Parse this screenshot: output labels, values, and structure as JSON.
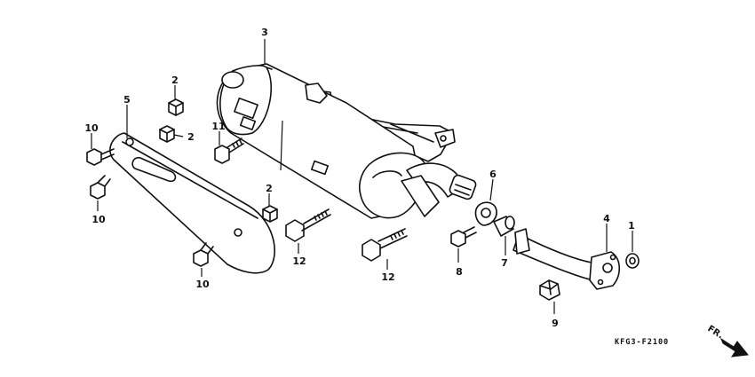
{
  "diagram": {
    "callouts": {
      "c1": "1",
      "c2a": "2",
      "c2b": "2",
      "c2c": "2",
      "c3": "3",
      "c4": "4",
      "c5": "5",
      "c6": "6",
      "c7": "7",
      "c8": "8",
      "c9": "9",
      "c10a": "10",
      "c10b": "10",
      "c10c": "10",
      "c11": "11",
      "c12a": "12",
      "c12b": "12"
    },
    "diagram_code": "KFG3-F2100",
    "direction_label": "FR."
  }
}
